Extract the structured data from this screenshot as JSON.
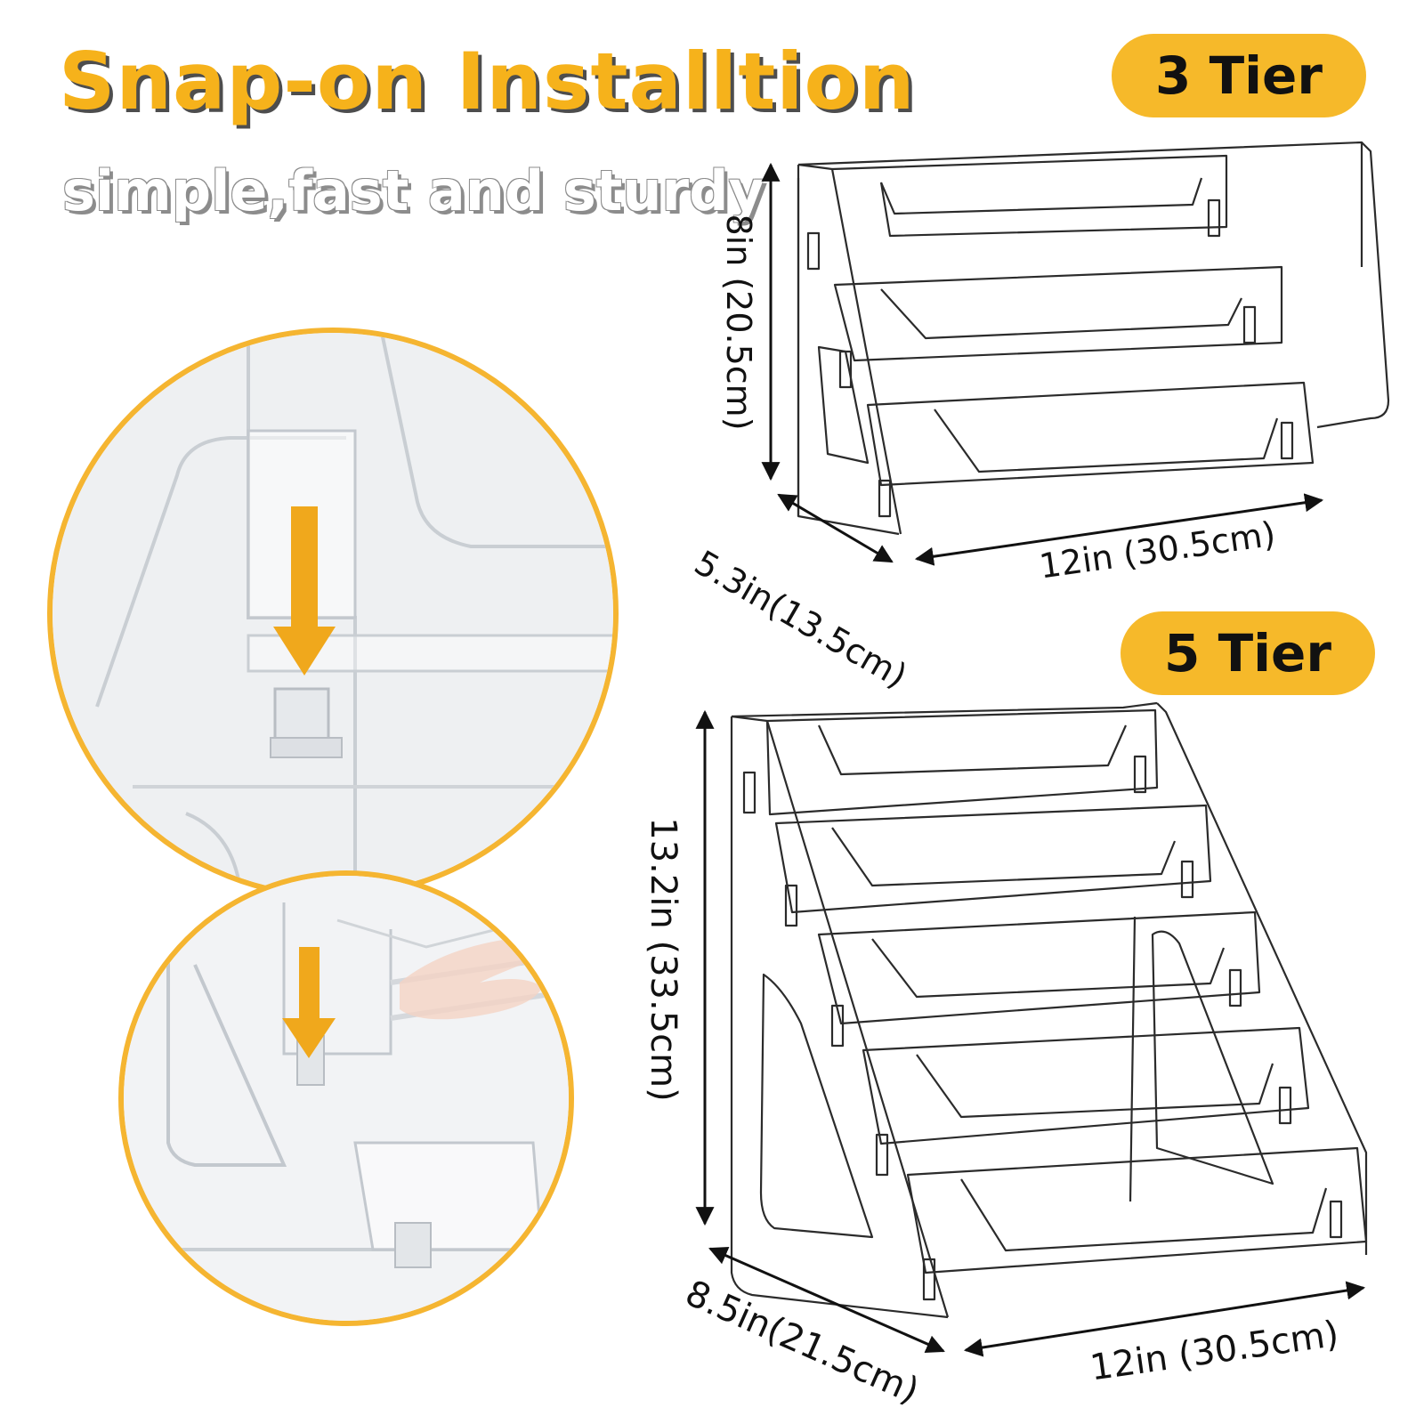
{
  "headline": "Snap-on Installtion",
  "subheadline": "simple,fast and sturdy",
  "variants": [
    {
      "label": "3 Tier",
      "height": "8in (20.5cm)",
      "depth": "5.3in(13.5cm)",
      "width": "12in (30.5cm)"
    },
    {
      "label": "5 Tier",
      "height": "13.2in (33.5cm)",
      "depth": "8.5in(21.5cm)",
      "width": "12in (30.5cm)"
    }
  ],
  "colors": {
    "accent": "#f6b21b",
    "pill": "#f6b92a",
    "arrow": "#f0a81c",
    "outline": "#2b2b2b"
  }
}
